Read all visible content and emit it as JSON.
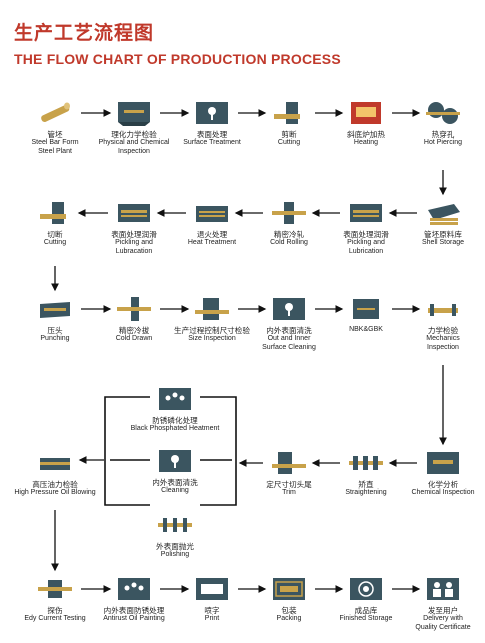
{
  "title_cn": "生产工艺流程图",
  "title_en": "THE FLOW CHART OF PRODUCTION PROCESS",
  "colors": {
    "icon_dark": "#3b5560",
    "accent_gold": "#c8a24a",
    "title": "#c0392b",
    "heating_red": "#c0392b"
  },
  "row1": [
    {
      "cn": "管坯",
      "en": "Steel Bar Form\nSteel Plant",
      "icon": "steel-bar-icon"
    },
    {
      "cn": "理化力学检验",
      "en": "Physical and Chemical\nInspection",
      "icon": "inspection-icon"
    },
    {
      "cn": "表面处理",
      "en": "Surface Treatment",
      "icon": "surface-treatment-icon"
    },
    {
      "cn": "剪断",
      "en": "Cutting",
      "icon": "cutting-icon"
    },
    {
      "cn": "斜底炉加热",
      "en": "Heating",
      "icon": "furnace-icon"
    },
    {
      "cn": "热穿孔",
      "en": "Hot Piercing",
      "icon": "piercing-icon"
    }
  ],
  "row2": [
    {
      "cn": "切断",
      "en": "Cutting",
      "icon": "cutting-icon"
    },
    {
      "cn": "表面处理润滑",
      "en": "Pickling and\nLubracation",
      "icon": "pickling-icon"
    },
    {
      "cn": "退火处理",
      "en": "Heat Treatment",
      "icon": "heat-treatment-icon"
    },
    {
      "cn": "精密冷轧",
      "en": "Cold Rolling",
      "icon": "cold-rolling-icon"
    },
    {
      "cn": "表面处理润滑",
      "en": "Pickling and\nLubrication",
      "icon": "pickling-icon"
    },
    {
      "cn": "管坯原料库",
      "en": "Shell Storage",
      "icon": "shell-storage-icon"
    }
  ],
  "row3": [
    {
      "cn": "压头",
      "en": "Punching",
      "icon": "punching-icon"
    },
    {
      "cn": "精密冷拔",
      "en": "Cold Drawn",
      "icon": "cold-drawn-icon"
    },
    {
      "cn": "生产过程控制尺寸检验",
      "en": "Size Inspection",
      "icon": "size-inspection-icon"
    },
    {
      "cn": "内外表面清洗",
      "en": "Out and Inner\nSurface Cleaning",
      "icon": "cleaning-icon"
    },
    {
      "cn": "",
      "en": "NBK&GBK",
      "icon": "nbk-gbk-icon"
    },
    {
      "cn": "力学检验",
      "en": "Mechanics\nInspection",
      "icon": "mechanics-inspection-icon"
    }
  ],
  "branch": [
    {
      "cn": "防锈磷化处理",
      "en": "Black Phosphated Heatment",
      "icon": "phosphate-icon"
    },
    {
      "cn": "内外表面清洗",
      "en": "Cleaning",
      "icon": "cleaning-icon"
    },
    {
      "cn": "外表面抛光",
      "en": "Polishing",
      "icon": "polishing-icon"
    }
  ],
  "row4": [
    {
      "cn": "高压油力检验",
      "en": "High Pressure Oil Blowing",
      "icon": "oil-blowing-icon"
    },
    {
      "cn": "定尺寸切头尾",
      "en": "Trim",
      "icon": "trim-icon"
    },
    {
      "cn": "矫直",
      "en": "Straightening",
      "icon": "straightening-icon"
    },
    {
      "cn": "化学分析",
      "en": "Chemical Inspection",
      "icon": "chemical-inspection-icon"
    }
  ],
  "row5": [
    {
      "cn": "探伤",
      "en": "Edy Current Testing",
      "icon": "eddy-current-icon"
    },
    {
      "cn": "内外表面防锈处理",
      "en": "Antirust Oil Painting",
      "icon": "antirust-icon"
    },
    {
      "cn": "喷字",
      "en": "Print",
      "icon": "print-icon"
    },
    {
      "cn": "包装",
      "en": "Packing",
      "icon": "packing-icon"
    },
    {
      "cn": "成品库",
      "en": "Finished Storage",
      "icon": "finished-storage-icon"
    },
    {
      "cn": "发至用户",
      "en": "Delivery with\nQuality Certificate",
      "icon": "delivery-icon"
    }
  ]
}
